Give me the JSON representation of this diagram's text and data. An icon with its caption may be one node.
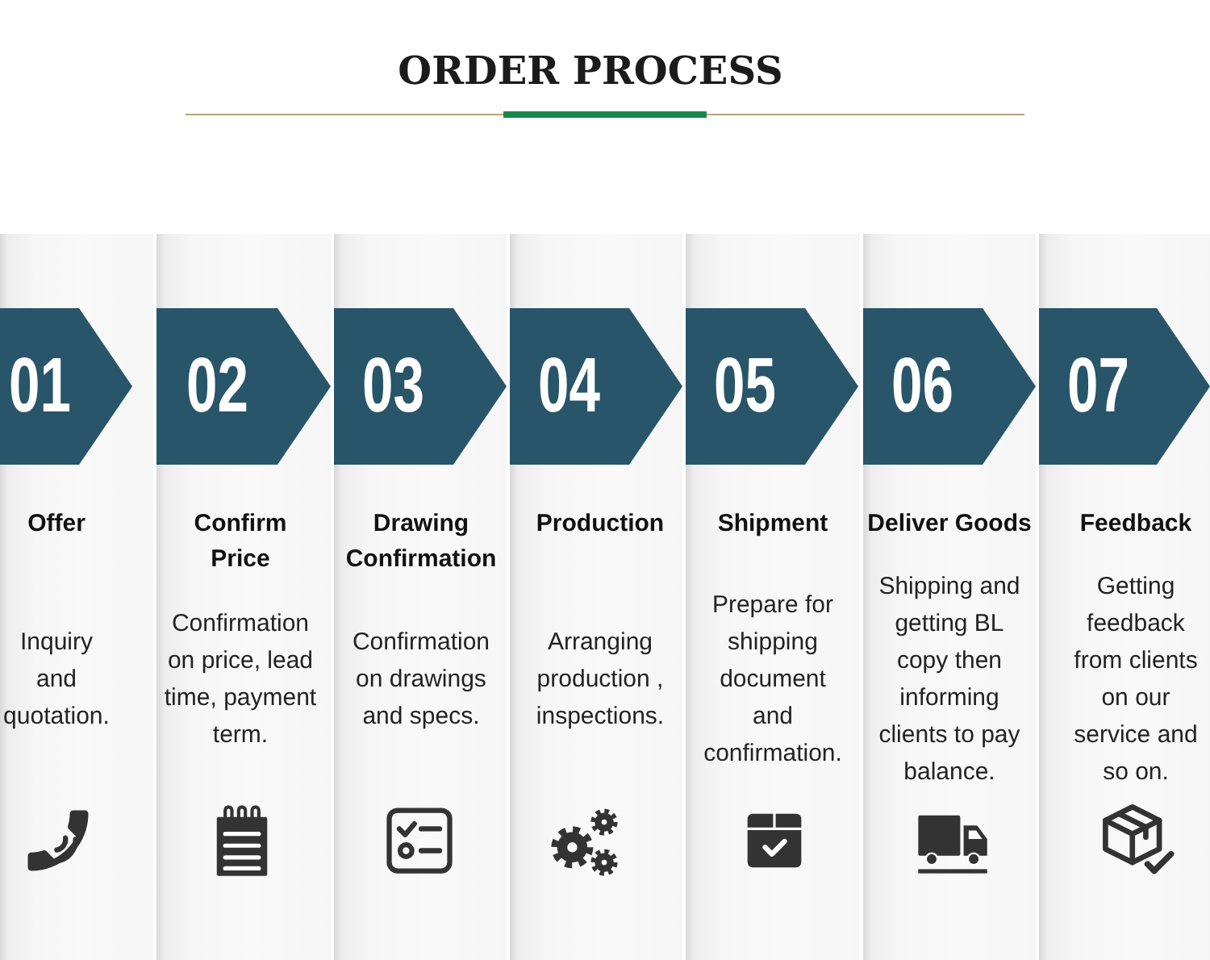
{
  "diagram": {
    "title": "ORDER PROCESS",
    "nodes": [
      {
        "text": [
          "Offer",
          "Inquiry and quotation."
        ]
      },
      {
        "text": [
          "01"
        ],
        "in": 0
      },
      {
        "text": [
          "Confirm Price",
          "Confirmation on price, lead time, payment term."
        ]
      },
      {
        "text": [
          "02"
        ],
        "in": 2
      },
      {
        "text": [
          "Drawing Confirmation",
          "Confirmation on drawings and specs."
        ]
      },
      {
        "text": [
          "03"
        ],
        "in": 4
      },
      {
        "text": [
          "Production",
          "Arranging production , inspections."
        ]
      },
      {
        "text": [
          "04"
        ],
        "in": 6
      },
      {
        "text": [
          "Shipment",
          "Prepare for shipping document and confirmation."
        ]
      },
      {
        "text": [
          "05"
        ],
        "in": 8
      },
      {
        "text": [
          "Deliver Goods",
          "Shipping and getting BL copy then informing clients to pay balance."
        ]
      },
      {
        "text": [
          "06"
        ],
        "in": 10
      },
      {
        "text": [
          "Feedback",
          "Getting feedback from clients on our service and so on."
        ]
      },
      {
        "text": [
          "07"
        ],
        "in": 12
      }
    ]
  }
}
